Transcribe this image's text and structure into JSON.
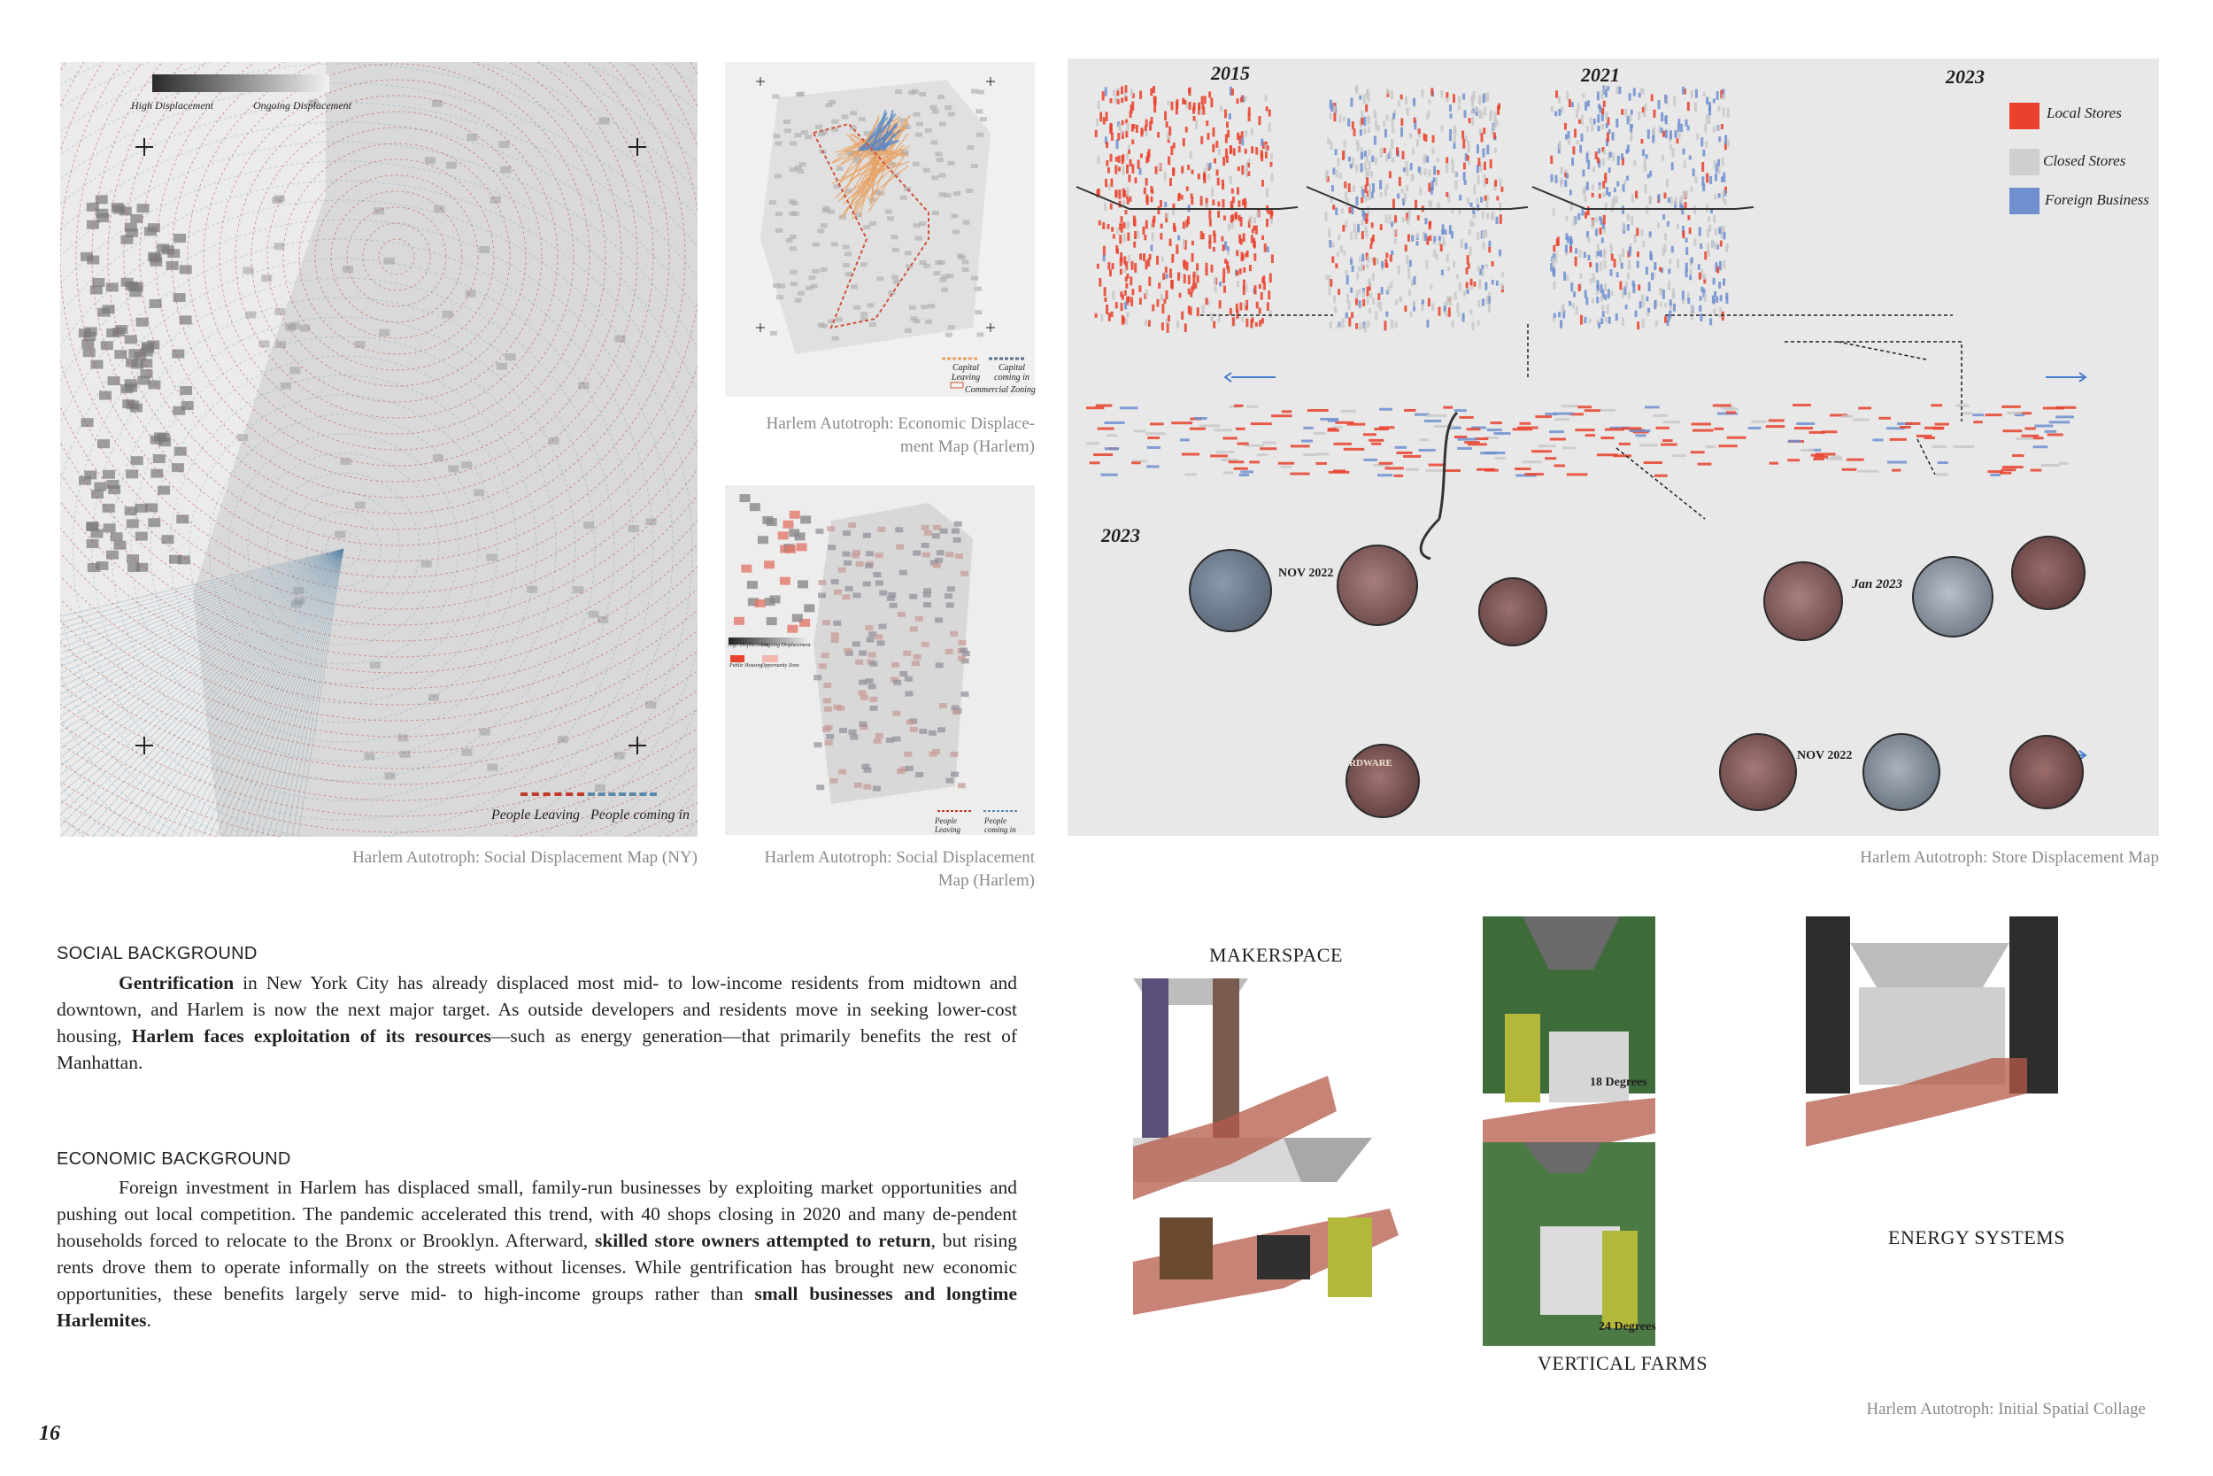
{
  "colors": {
    "local_stores": "#e8412c",
    "closed_stores": "#cfcfcf",
    "foreign_business": "#6f8fcf",
    "people_leaving": "#c0392b",
    "people_coming_in": "#5b87a8"
  },
  "social_map_ny": {
    "legend_high": "High Displacement",
    "legend_ongoing": "Ongoing Displacement",
    "legend_leaving": "People Leaving",
    "legend_coming": "People coming in",
    "caption": "Harlem Autotroph: Social Displacement Map (NY)"
  },
  "economic_map": {
    "legend_capital_leaving": "Capital Leaving",
    "legend_capital_coming": "Capital coming in",
    "legend_zoning": "Commercial Zoning",
    "caption_line1": "Harlem Autotroph: Economic Displace-",
    "caption_line2": "ment Map (Harlem)"
  },
  "social_map_harlem": {
    "legend_high": "High Displacement",
    "legend_ongoing": "Ongoing Displacement",
    "legend_public_housing": "Public Housing",
    "legend_opportunity_zone": "Opportunity Zone",
    "legend_leaving": "People Leaving",
    "legend_coming": "People coming in",
    "caption_line1": "Harlem Autotroph: Social Displacement",
    "caption_line2": "Map (Harlem)"
  },
  "store_map": {
    "years": [
      "2015",
      "2021",
      "2023"
    ],
    "lower_year": "2023",
    "legend": [
      {
        "label": "Local Stores",
        "color": "#e8412c"
      },
      {
        "label": "Closed Stores",
        "color": "#cfcfcf"
      },
      {
        "label": "Foreign Business",
        "color": "#6f8fcf"
      }
    ],
    "annotation_nov_left": "NOV 2022",
    "annotation_jan": "Jan 2023",
    "annotation_nov_right": "NOV 2022",
    "sign_text": "RDWARE",
    "caption": "Harlem Autotroph: Store Displacement Map"
  },
  "social_background": {
    "heading": "SOCIAL BACKGROUND",
    "p_1": "Gentrification",
    "p_2": " in New York City has already displaced most mid- to low-income residents from midtown and downtown, and Harlem is now the next major target. As outside developers and residents move in seeking lower-cost housing, ",
    "p_3": "Harlem faces exploitation of its resources",
    "p_4": "—such as energy generation—that primarily benefits the rest of Manhattan."
  },
  "economic_background": {
    "heading": "ECONOMIC BACKGROUND",
    "p_1": "Foreign investment in Harlem has displaced small, family-run businesses by exploiting market opportunities and pushing out local competition. The pandemic accelerated this trend, with 40 shops closing in 2020 and many de-pendent households forced to relocate to the Bronx or Brooklyn. Afterward, ",
    "p_2": "skilled store owners attempted to return",
    "p_3": ", but rising rents drove them to operate informally on the streets without licenses. While gentrification has brought new economic opportunities, these benefits largely serve mid- to high-income groups rather than ",
    "p_4": "small businesses and longtime Harlemites",
    "p_5": "."
  },
  "collage": {
    "makerspace": "MAKERSPACE",
    "energy": "ENERGY SYSTEMS",
    "vertical_farms": "VERTICAL FARMS",
    "temp_18": "18 Degrees",
    "temp_24": "24 Degrees",
    "caption": "Harlem Autotroph: Initial Spatial Collage"
  },
  "page_number": "16"
}
